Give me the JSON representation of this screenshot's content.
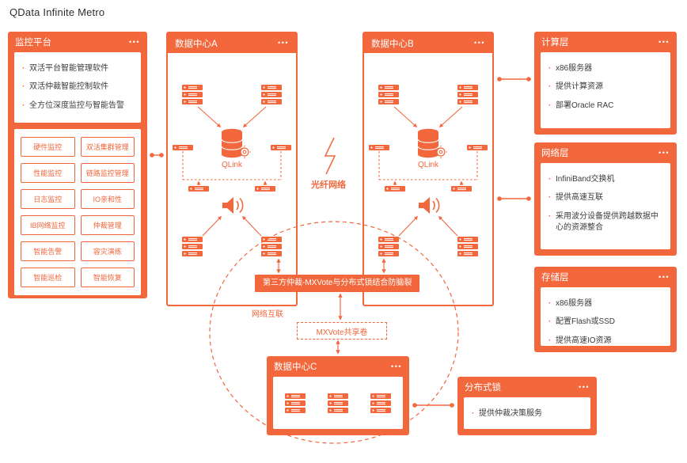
{
  "title": "QData Infinite Metro",
  "menu_dots": "•••",
  "colors": {
    "accent": "#F2673C"
  },
  "monitor": {
    "title": "监控平台",
    "features": [
      "双活平台智能管理软件",
      "双活仲裁智能控制软件",
      "全方位深度监控与智能告警"
    ],
    "buttons": [
      "硬件监控",
      "双活集群管理",
      "性能监控",
      "链路监控管理",
      "日志监控",
      "IO亲和性",
      "IB网络监控",
      "仲裁管理",
      "智能告警",
      "容灾演练",
      "智能巡检",
      "智能恢复"
    ]
  },
  "datacenter_a": {
    "title": "数据中心A",
    "qlink": "QLink"
  },
  "datacenter_b": {
    "title": "数据中心B",
    "qlink": "QLink"
  },
  "datacenter_c": {
    "title": "数据中心C"
  },
  "fiber_label": "光纤网络",
  "layers": [
    {
      "title": "计算层",
      "items": [
        "x86服务器",
        "提供计算资源",
        "部署Oracle RAC"
      ]
    },
    {
      "title": "网络层",
      "items": [
        "InfiniBand交换机",
        "提供高速互联",
        "采用波分设备提供跨越数据中心的资源整合"
      ]
    },
    {
      "title": "存储层",
      "items": [
        "x86服务器",
        "配置Flash或SSD",
        "提供高速IO资源"
      ]
    }
  ],
  "lock": {
    "title": "分布式锁",
    "items": [
      "提供仲裁决策服务"
    ]
  },
  "annotations": {
    "arbitration": "第三方仲裁-MXVote与分布式锁结合防脑裂",
    "network": "网络互联",
    "mxvote": "MXVote共享卷"
  }
}
